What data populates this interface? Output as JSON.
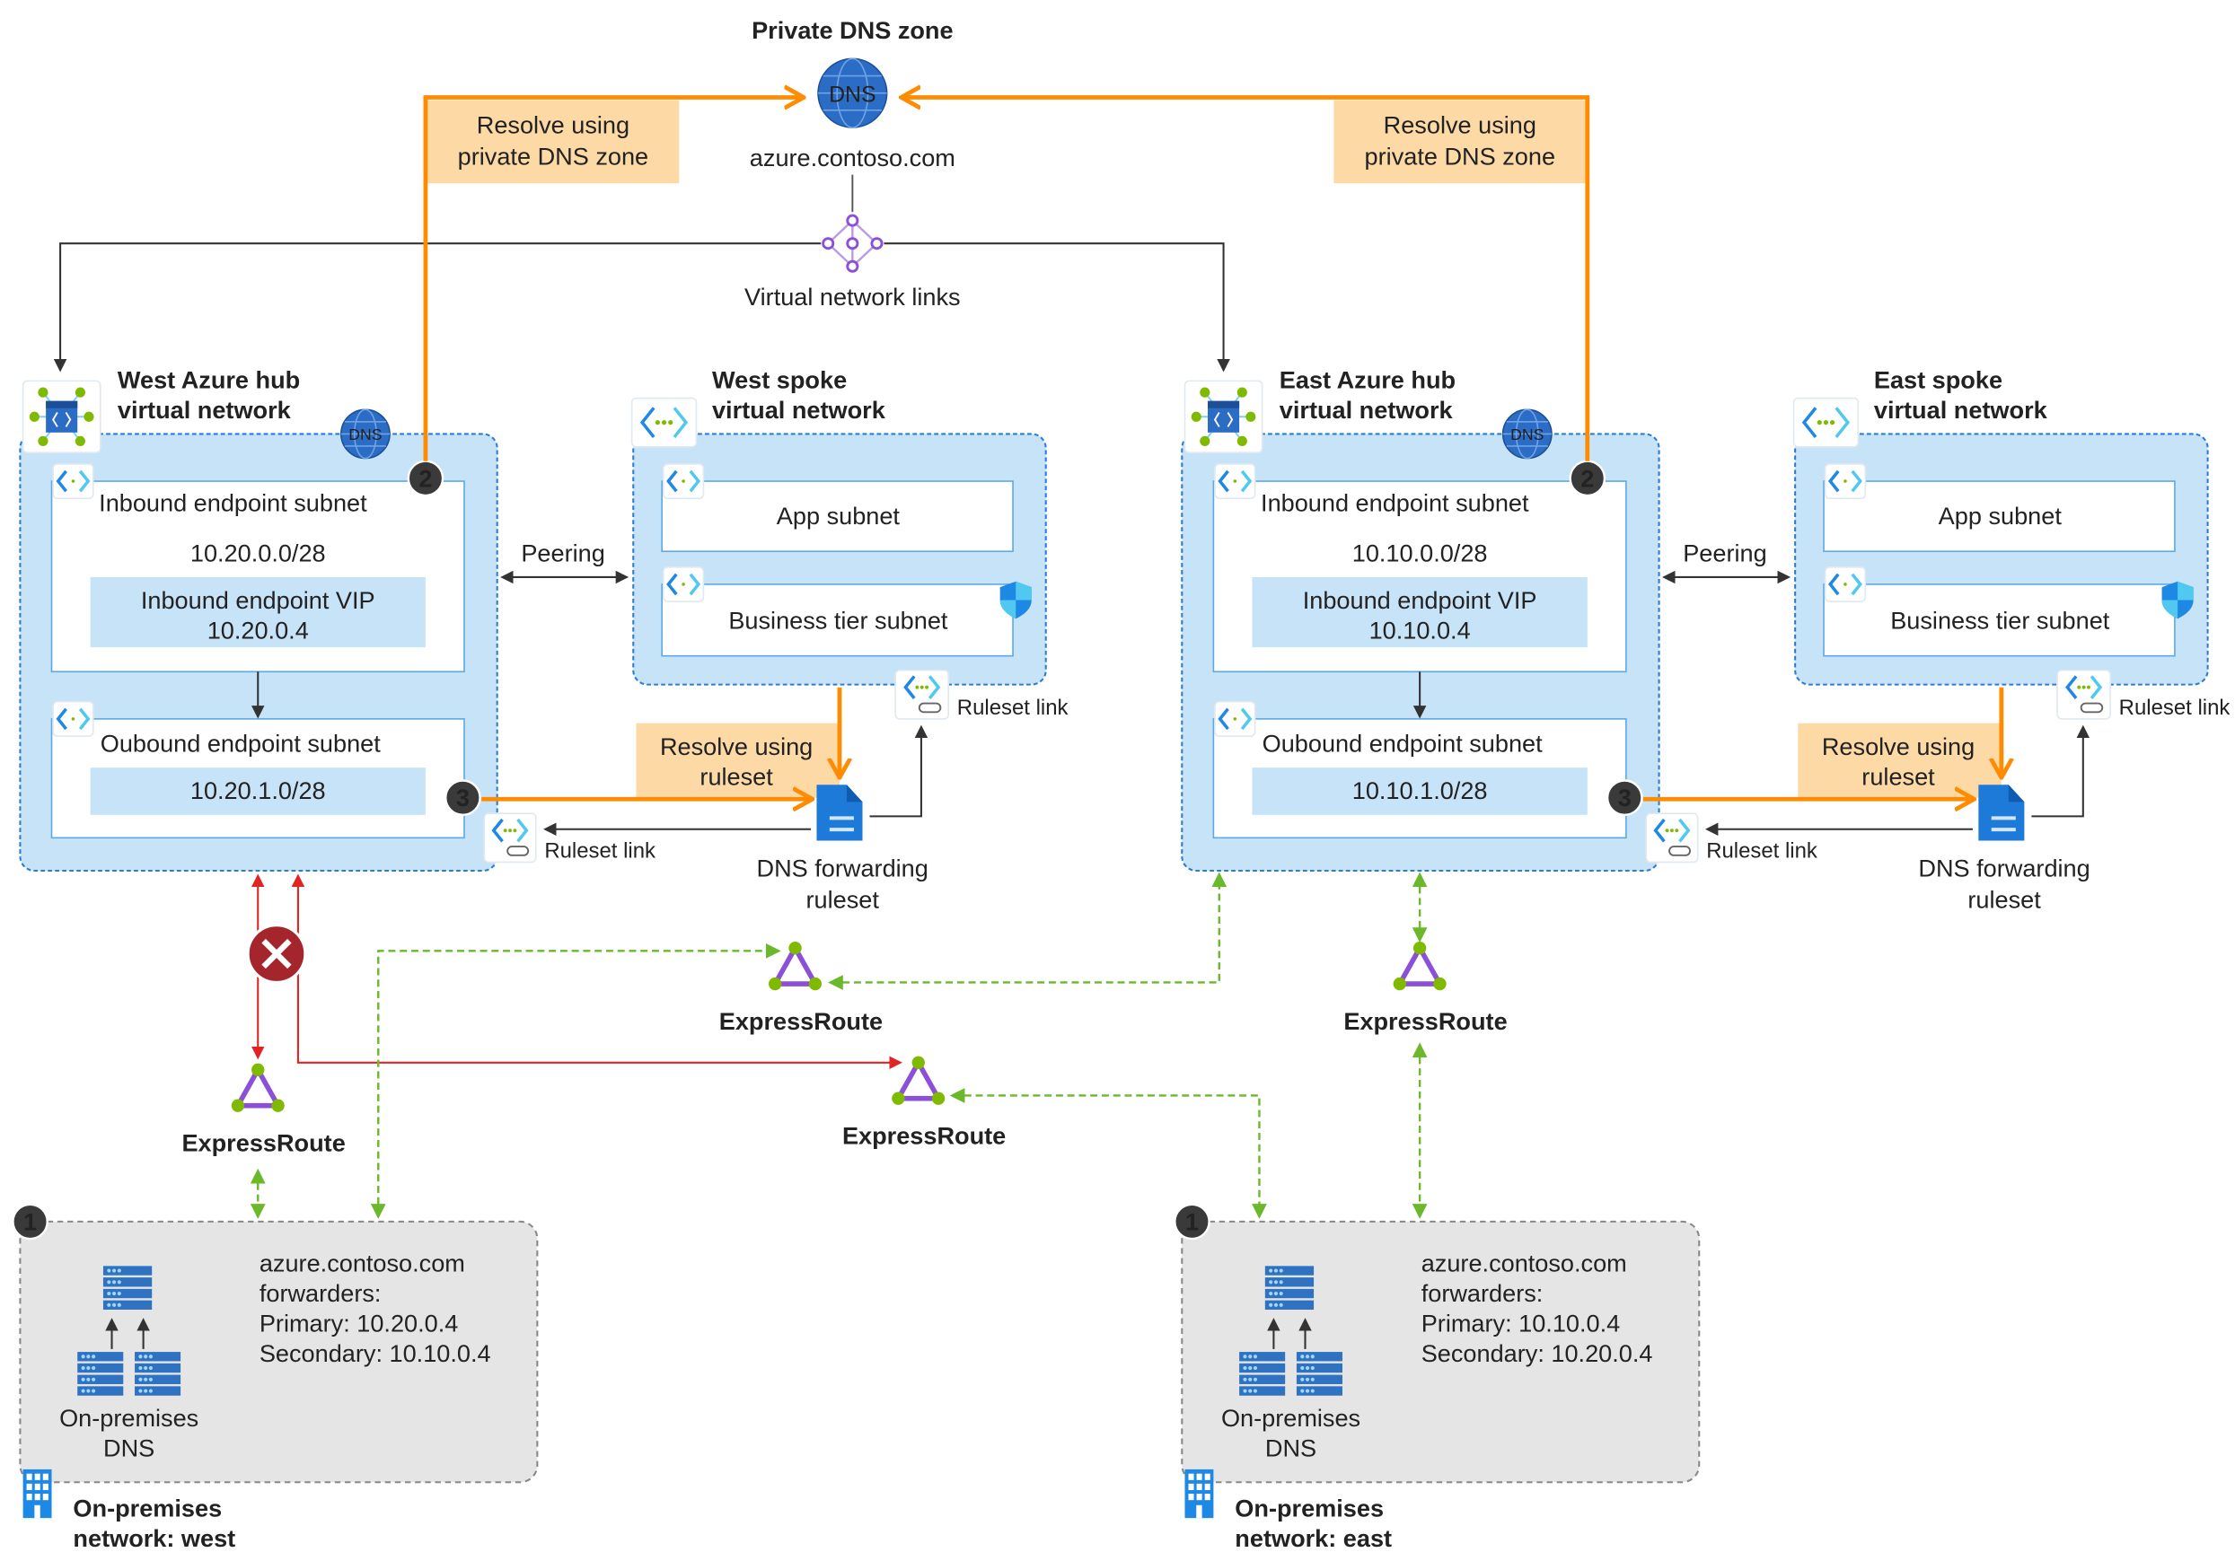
{
  "dns_zone": {
    "title": "Private DNS zone",
    "icon_label": "DNS",
    "domain": "azure.contoso.com",
    "links_label": "Virtual network links"
  },
  "resolve_private": [
    {
      "lines": [
        "Resolve using",
        "private DNS zone"
      ]
    },
    {
      "lines": [
        "Resolve using",
        "private DNS zone"
      ]
    }
  ],
  "regions": [
    {
      "hub_title": [
        "West Azure hub",
        "virtual network"
      ],
      "dns_badge": "DNS",
      "step2": "2",
      "step3": "3",
      "inbound": {
        "label": "Inbound endpoint subnet",
        "cidr": "10.20.0.0/28",
        "vip_label": "Inbound endpoint VIP",
        "vip": "10.20.0.4"
      },
      "outbound": {
        "label": "Oubound endpoint subnet",
        "cidr": "10.20.1.0/28"
      },
      "hub_ruleset_link": "Ruleset link",
      "peering": "Peering",
      "spoke": {
        "title": [
          "West spoke",
          "virtual network"
        ],
        "app": "App subnet",
        "business": "Business tier subnet",
        "ruleset_link": "Ruleset link"
      },
      "resolve_ruleset": [
        "Resolve using",
        "ruleset"
      ],
      "forwarding": [
        "DNS forwarding",
        "ruleset"
      ],
      "onprem": {
        "step1": "1",
        "lines": [
          "azure.contoso.com",
          "forwarders:",
          "Primary: 10.20.0.4",
          "Secondary: 10.10.0.4"
        ],
        "dns_label": [
          "On-premises",
          "DNS"
        ],
        "network": [
          "On-premises",
          "network: west"
        ]
      }
    },
    {
      "hub_title": [
        "East Azure hub",
        "virtual network"
      ],
      "dns_badge": "DNS",
      "step2": "2",
      "step3": "3",
      "inbound": {
        "label": "Inbound endpoint subnet",
        "cidr": "10.10.0.0/28",
        "vip_label": "Inbound endpoint VIP",
        "vip": "10.10.0.4"
      },
      "outbound": {
        "label": "Oubound endpoint subnet",
        "cidr": "10.10.1.0/28"
      },
      "hub_ruleset_link": "Ruleset link",
      "peering": "Peering",
      "spoke": {
        "title": [
          "East spoke",
          "virtual network"
        ],
        "app": "App subnet",
        "business": "Business tier subnet",
        "ruleset_link": "Ruleset link"
      },
      "resolve_ruleset": [
        "Resolve using",
        "ruleset"
      ],
      "forwarding": [
        "DNS forwarding",
        "ruleset"
      ],
      "onprem": {
        "step1": "1",
        "lines": [
          "azure.contoso.com",
          "forwarders:",
          "Primary: 10.10.0.4",
          "Secondary: 10.20.0.4"
        ],
        "dns_label": [
          "On-premises",
          "DNS"
        ],
        "network": [
          "On-premises",
          "network: east"
        ]
      }
    }
  ],
  "expressroutes": [
    "ExpressRoute",
    "ExpressRoute",
    "ExpressRoute",
    "ExpressRoute"
  ],
  "icons": [
    "dns-globe-icon",
    "virtual-network-links-icon",
    "hub-vnet-icon",
    "vnet-icon",
    "subnet-icon",
    "shield-icon",
    "ruleset-link-icon",
    "dns-forwarding-ruleset-icon",
    "expressroute-icon",
    "error-x-icon",
    "server-icon",
    "building-icon"
  ],
  "colors": {
    "resolve_path": "#ff8c00",
    "resolve_label_bg": "#fdd9a6",
    "vnet_fill": "#c7e3f8",
    "vnet_border": "#2b7cd3",
    "failed_path": "#e02424",
    "expressroute_path": "#6bb82a",
    "onprem_fill": "#e5e5e5",
    "badge": "#3a3a3a",
    "error": "#a4262c"
  }
}
